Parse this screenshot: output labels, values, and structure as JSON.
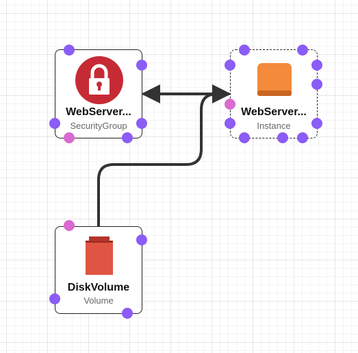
{
  "nodes": {
    "security_group": {
      "title": "WebServer...",
      "type": "SecurityGroup",
      "icon": "lock-icon"
    },
    "instance": {
      "title": "WebServer...",
      "type": "Instance",
      "icon": "instance-icon"
    },
    "volume": {
      "title": "DiskVolume",
      "type": "Volume",
      "icon": "volume-icon"
    }
  },
  "colors": {
    "port": "#8b5cf6",
    "port_connected": "#d96ad0",
    "security_group_icon": "#c62b35",
    "instance_icon": "#f48a3b",
    "volume_icon": "#e05443",
    "edge": "#333333"
  }
}
